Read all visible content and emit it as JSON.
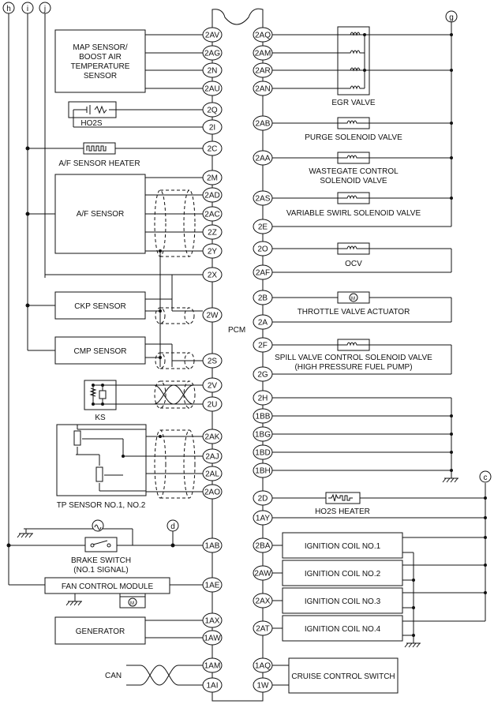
{
  "refs": {
    "h": "h",
    "i": "i",
    "j": "j",
    "g": "g",
    "c": "c",
    "d": "d"
  },
  "pcm": {
    "label": "PCM"
  },
  "left_pins": [
    "2AV",
    "2AG",
    "2N",
    "2AU",
    "2Q",
    "2I",
    "2C",
    "2M",
    "2AD",
    "2AC",
    "2Z",
    "2Y",
    "2X",
    "2W",
    "2S",
    "2V",
    "2U",
    "2AK",
    "2AJ",
    "2AL",
    "2AO",
    "1AB",
    "1AE",
    "1AX",
    "1AW",
    "1AM",
    "1AI"
  ],
  "right_pins": [
    "2AQ",
    "2AM",
    "2AR",
    "2AN",
    "2AB",
    "2AA",
    "2AS",
    "2E",
    "2O",
    "2AF",
    "2B",
    "2A",
    "2F",
    "2G",
    "2H",
    "1BB",
    "1BG",
    "1BD",
    "1BH",
    "2D",
    "1AY",
    "2BA",
    "2AW",
    "2AX",
    "2AT",
    "1AQ",
    "1W"
  ],
  "components": {
    "map_sensor": [
      "MAP SENSOR/",
      "BOOST AIR",
      "TEMPERATURE",
      "SENSOR"
    ],
    "ho2s": "HO2S",
    "af_heater": "A/F SENSOR HEATER",
    "af_sensor": "A/F SENSOR",
    "ckp": "CKP SENSOR",
    "cmp": "CMP SENSOR",
    "ks": "KS",
    "tp": "TP SENSOR NO.1, NO.2",
    "brake": [
      "BRAKE SWITCH",
      "(NO.1 SIGNAL)"
    ],
    "fan": "FAN CONTROL MODULE",
    "generator": "GENERATOR",
    "can": "CAN",
    "egr": "EGR VALVE",
    "purge": "PURGE SOLENOID VALVE",
    "wastegate": [
      "WASTEGATE CONTROL",
      "SOLENOID VALVE"
    ],
    "swirl": "VARIABLE SWIRL SOLENOID VALVE",
    "ocv": "OCV",
    "throttle": "THROTTLE VALVE ACTUATOR",
    "spill": [
      "SPILL VALVE CONTROL SOLENOID VALVE",
      "(HIGH PRESSURE FUEL PUMP)"
    ],
    "ho2s_heater": "HO2S HEATER",
    "coil1": "IGNITION COIL NO.1",
    "coil2": "IGNITION COIL NO.2",
    "coil3": "IGNITION COIL NO.3",
    "coil4": "IGNITION COIL NO.4",
    "cruise": "CRUISE CONTROL SWITCH"
  },
  "symbols": {
    "ground": "ground-icon",
    "solenoid": "solenoid-coil-icon",
    "motor": "motor-icon",
    "heater": "heater-element-icon",
    "switch": "switch-icon",
    "shield": "shielded-wire-icon"
  },
  "colors": {
    "line": "#111111",
    "background": "#ffffff"
  }
}
